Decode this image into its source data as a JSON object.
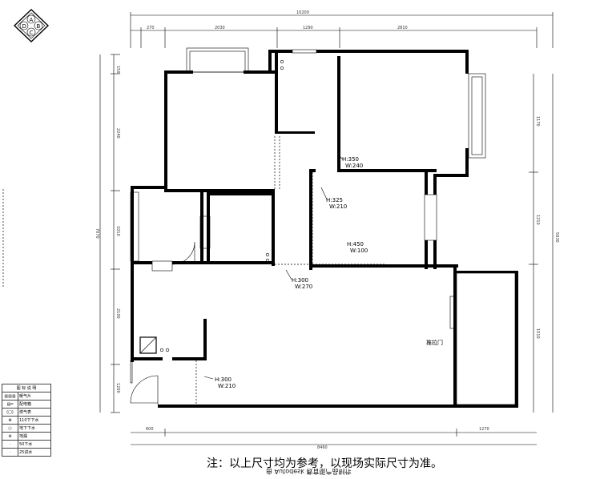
{
  "compass": {
    "n": "A",
    "e": "B",
    "s": "C",
    "w": "D"
  },
  "dimensions": {
    "top_total": "10200",
    "top_segments": [
      "270",
      "2030",
      "1290",
      "2810"
    ],
    "bottom_total": "8460",
    "bottom_left": "600",
    "bottom_right": "1270",
    "left_segments": [
      "150",
      "2240",
      "1010",
      "2100",
      "1200"
    ],
    "left_total": "7070",
    "right_segments": [
      "1170",
      "1210",
      "1510"
    ],
    "right_total": "5930"
  },
  "labels": {
    "room1_h": "H:350",
    "room1_w": "W:240",
    "room2_h": "H:325",
    "room2_w": "W:210",
    "room3_h": "H:450",
    "room3_w": "W:100",
    "hall_h": "H:300",
    "hall_w": "W:270",
    "entry_h": "H:300",
    "entry_w": "W:210",
    "side_door": "推拉门"
  },
  "legend": {
    "header": "图 标 说 明",
    "rows": [
      {
        "icon": "radiator-icon",
        "text": "暖气片"
      },
      {
        "icon": "distribution-box-icon",
        "text": "配电箱"
      },
      {
        "icon": "gas-meter-icon",
        "text": "燃气表"
      },
      {
        "icon": "floor-drain-110-icon",
        "text": "110下下水"
      },
      {
        "icon": "floor-drain-icon",
        "text": "地下下水"
      },
      {
        "icon": "floor-drain-round-icon",
        "text": "地漏"
      },
      {
        "icon": "drain-50-icon",
        "text": "50下水"
      },
      {
        "icon": "water-inlet-icon",
        "text": "25进水"
      }
    ]
  },
  "note": "注：以上尺寸均为参考，以现场实际尺寸为准。",
  "mirrored_text": "由 Autodesk 教育版产品制作"
}
